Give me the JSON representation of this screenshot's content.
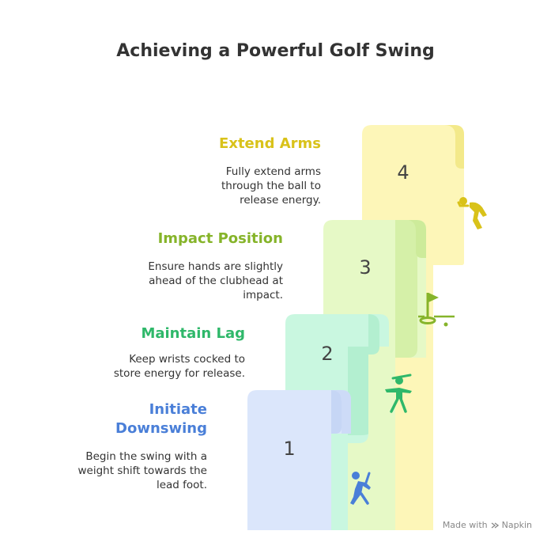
{
  "title": "Achieving a Powerful Golf Swing",
  "steps": [
    {
      "number": "1",
      "title_line1": "Initiate",
      "title_line2": "Downswing",
      "desc_line1": "Begin the swing with a",
      "desc_line2": "weight shift towards the",
      "desc_line3": "lead foot.",
      "color": "#4a7fd8",
      "fill": "#dbe6fb",
      "icon": "golfer-swing-icon"
    },
    {
      "number": "2",
      "title": "Maintain Lag",
      "desc_line1": "Keep wrists cocked to",
      "desc_line2": "store energy for release.",
      "color": "#2fb86a",
      "fill": "#c9f7e0",
      "icon": "golfer-backswing-icon"
    },
    {
      "number": "3",
      "title": "Impact Position",
      "desc_line1": "Ensure hands are slightly",
      "desc_line2": "ahead of the clubhead at",
      "desc_line3": "impact.",
      "color": "#86b42a",
      "fill": "#e6f9c6",
      "icon": "golf-flag-icon"
    },
    {
      "number": "4",
      "title": "Extend Arms",
      "desc_line1": "Fully extend arms",
      "desc_line2": "through the ball to",
      "desc_line3": "release energy.",
      "color": "#d9c21a",
      "fill": "#fdf6b8",
      "icon": "golfer-follow-through-icon"
    }
  ],
  "footer": {
    "made_with": "Made with",
    "brand": "Napkin"
  }
}
